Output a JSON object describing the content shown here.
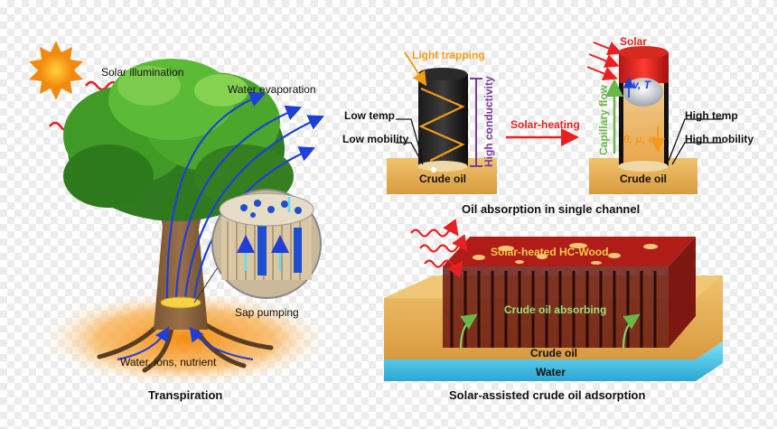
{
  "colors": {
    "accent_red": "#e8201f",
    "water_blue": "#1e3fd8",
    "wood_red": "#a31818",
    "sand": "#e9b55a",
    "light_trap": "#f29a1a",
    "conductivity": "#7a3a9b",
    "capillary": "#6bb64a"
  },
  "left_panel": {
    "solar_illumination": "Solar illumination",
    "water_evaporation": "Water evaporation",
    "sap_pumping": "Sap pumping",
    "roots_label": "Water, ions, nutrient",
    "caption": "Transpiration"
  },
  "single_channel": {
    "light_trapping": "Light trapping",
    "high_conductivity": "High conductivity",
    "low_temp": "Low temp",
    "low_mobility": "Low mobility",
    "solar_heating": "Solar-heating",
    "solar": "Solar",
    "capillary_flow": "Capillary flow",
    "v_t": "v, T",
    "theta_mu_sigma": "θ, μ, σ",
    "high_temp": "High temp",
    "high_mobility": "High mobility",
    "crude_oil_left": "Crude oil",
    "crude_oil_right": "Crude oil",
    "caption": "Oil absorption in single channel"
  },
  "block_panel": {
    "wood_label": "Solar-heated HC-Wood",
    "absorbing_label": "Crude oil absorbing",
    "crude_oil": "Crude oil",
    "water": "Water",
    "caption": "Solar-assisted crude oil adsorption"
  }
}
